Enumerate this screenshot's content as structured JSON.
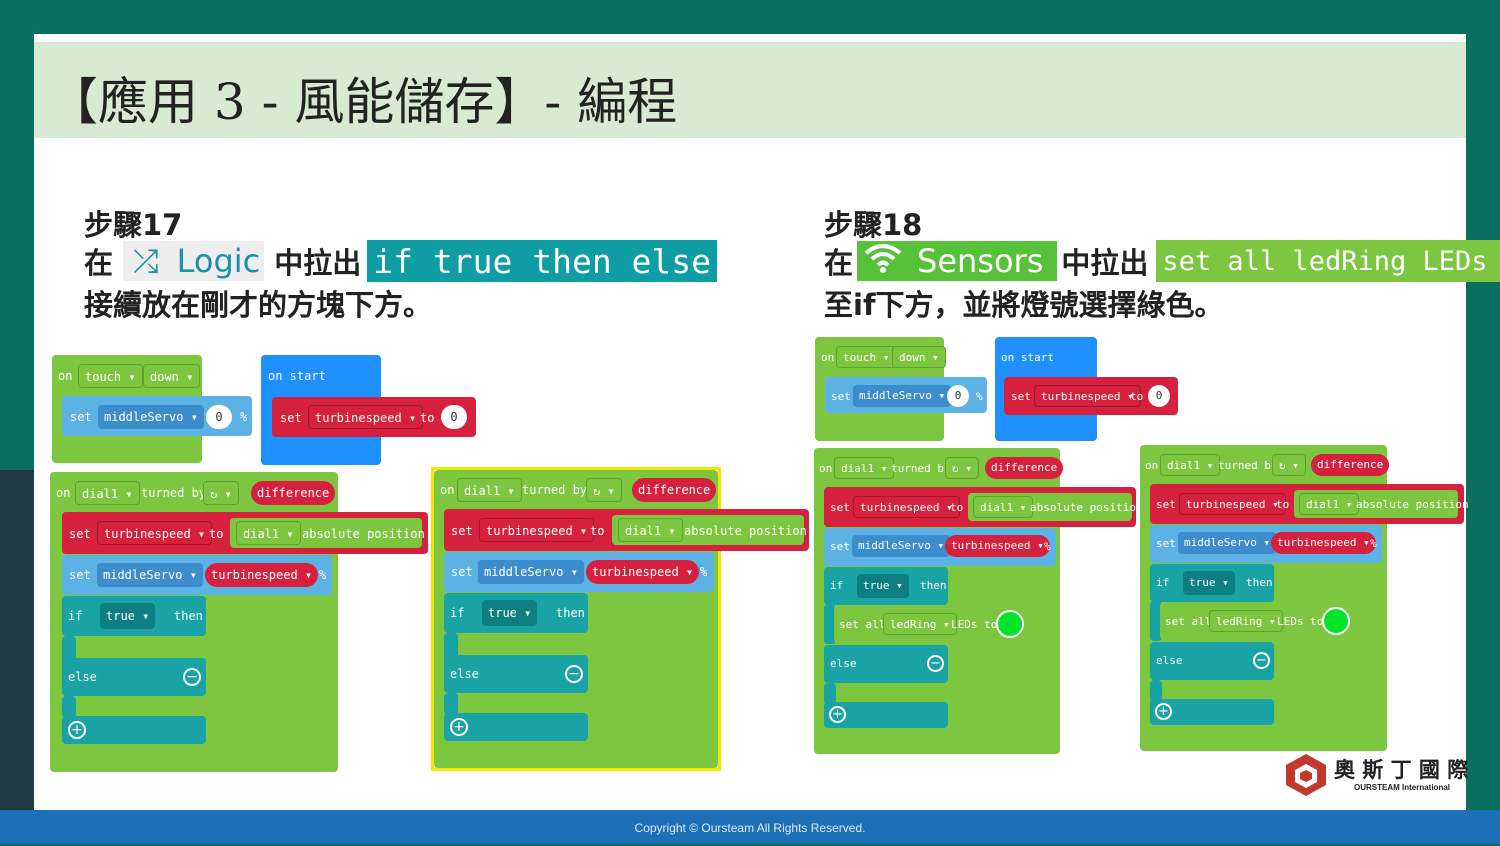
{
  "title": "【應用 3 - 風能儲存】- 編程",
  "copyright": "Copyright © Oursteam All Rights Reserved.",
  "step17": {
    "heading": "步驟17",
    "prefix": "在",
    "category": "Logic",
    "middle": "中拉出",
    "block": "if true then else",
    "line3": "接續放在剛才的方塊下方。"
  },
  "step18": {
    "heading": "步驟18",
    "prefix": "在",
    "category": "Sensors",
    "middle": "中拉出",
    "block": "set all ledRing LEDs to",
    "line3": "至if下方，並將燈號選擇綠色。"
  },
  "blocks": {
    "on": "on",
    "touch": "touch ▾",
    "down": "down ▾",
    "set": "set",
    "middleServo": "middleServo ▾",
    "zero": "0",
    "percent": "%",
    "on_start": "on start",
    "turbinespeed": "turbinespeed ▾",
    "to": "to",
    "dial1": "dial1 ▾",
    "turned_by": "turned by",
    "rotate": "↻ ▾",
    "difference": "difference",
    "absolute_position": "absolute position",
    "if": "if",
    "true": "true ▾",
    "then": "then",
    "else": "else",
    "minus": "⊖",
    "plus": "⊕",
    "set_all": "set all",
    "ledRing": "ledRing ▾",
    "leds_to": "LEDs to"
  },
  "colors": {
    "event": "#7dc740",
    "variable": "#d5213e",
    "logic": "#1aa3a5",
    "servo": "#5cb2e5",
    "highlight": "#f3e600",
    "led": "#00e52a"
  },
  "logo": {
    "name_zh": "奧 斯 丁 國 際",
    "name_en": "OURSTEAM International"
  }
}
